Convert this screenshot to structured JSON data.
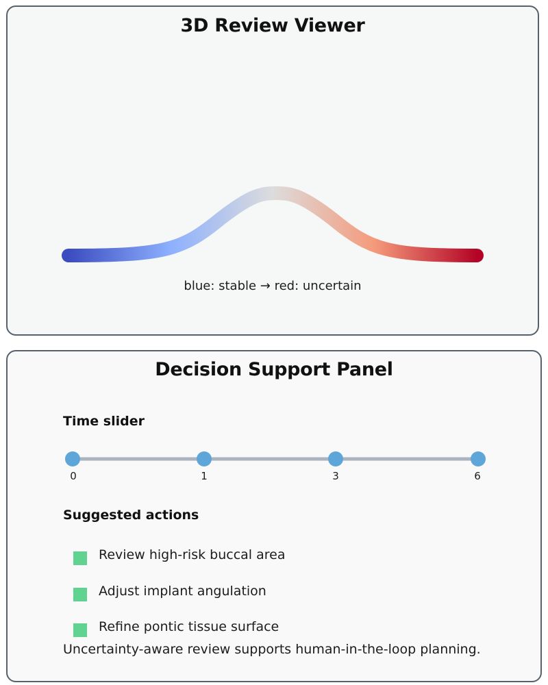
{
  "viewer": {
    "title": "3D Review Viewer",
    "legend": "blue: stable → red: uncertain",
    "gradient_colors": [
      "#3b4cc0",
      "#8db0fe",
      "#dddcdc",
      "#f49a7b",
      "#b40426"
    ]
  },
  "decision_panel": {
    "title": "Decision Support Panel",
    "time_slider": {
      "heading": "Time slider",
      "ticks": [
        "0",
        "1",
        "3",
        "6"
      ],
      "track_color": "#aab4bf",
      "handle_color": "#5fa6d8"
    },
    "suggested_actions": {
      "heading": "Suggested actions",
      "marker_color": "#5fd38f",
      "items": [
        "Review high-risk buccal area",
        "Adjust implant angulation",
        "Refine pontic tissue surface"
      ]
    },
    "footer": "Uncertainty-aware review supports human-in-the-loop planning."
  }
}
